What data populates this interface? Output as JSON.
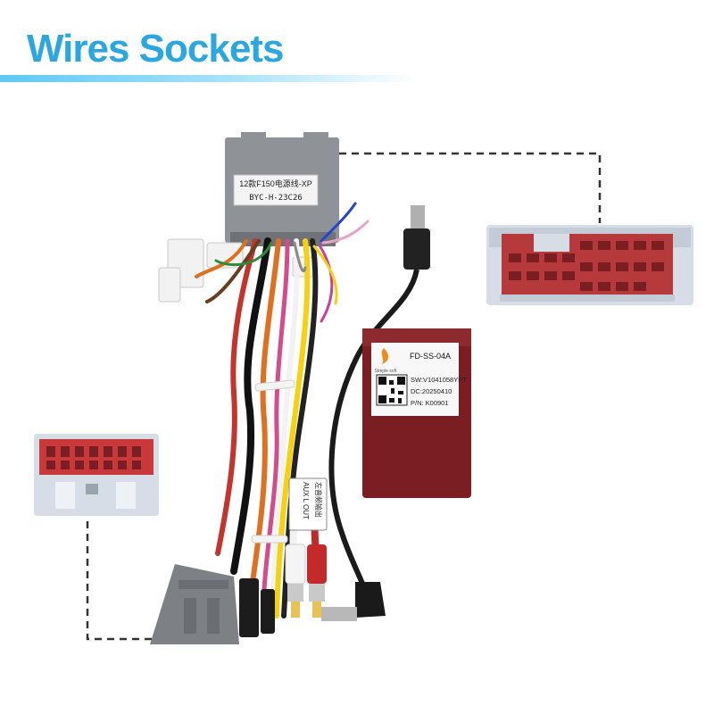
{
  "title": "Wires Sockets",
  "colors": {
    "accent": "#2aa6e0",
    "module": "#7a1e24",
    "connector_gray": "#8e8e8e",
    "socket_red": "#c8403f"
  },
  "harness_label": {
    "line1": "12款F150电源线-XP",
    "line2": "BYC-H-23C26"
  },
  "module_label": {
    "brand": "Simple soft",
    "model": "FD-SS-04A",
    "sw": "SW:V1041058YPT",
    "dc": "DC:20250410",
    "pn": "P/N: K00901"
  },
  "rca_tag": {
    "line1": "AUX L OUT",
    "line2": "左音频输出"
  }
}
